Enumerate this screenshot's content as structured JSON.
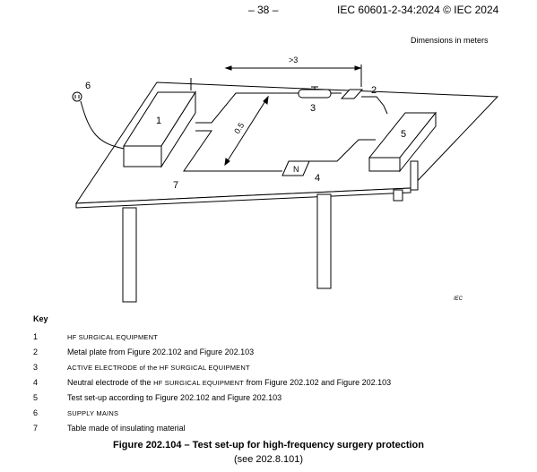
{
  "header": {
    "page_number": "– 38 –",
    "standard": "IEC 60601-2-34:2024 © IEC 2024"
  },
  "figure": {
    "units_note": "Dimensions in meters",
    "dim_length": ">3",
    "dim_width": "0.5",
    "neutral_label": "N",
    "iec_mark": "IEC",
    "callouts": [
      "1",
      "2",
      "3",
      "4",
      "5",
      "6",
      "7"
    ]
  },
  "key": {
    "title": "Key",
    "items": [
      {
        "num": "1",
        "pre": "",
        "sc": "HF SURGICAL EQUIPMENT",
        "post": ""
      },
      {
        "num": "2",
        "pre": "Metal plate from Figure 202.102 and Figure 202.103",
        "sc": "",
        "post": ""
      },
      {
        "num": "3",
        "pre": "",
        "sc": "ACTIVE ELECTRODE of the HF SURGICAL EQUIPMENT",
        "post": ""
      },
      {
        "num": "4",
        "pre": "Neutral electrode of the ",
        "sc": "HF SURGICAL EQUIPMENT",
        "post": " from Figure 202.102 and Figure 202.103"
      },
      {
        "num": "5",
        "pre": "Test set-up according to Figure 202.102 and Figure 202.103",
        "sc": "",
        "post": ""
      },
      {
        "num": "6",
        "pre": "",
        "sc": "SUPPLY MAINS",
        "post": ""
      },
      {
        "num": "7",
        "pre": "Table made of insulating material",
        "sc": "",
        "post": ""
      }
    ]
  },
  "caption": {
    "title": "Figure 202.104 – Test set-up for high-frequency surgery protection",
    "subtitle": "(see 202.8.101)"
  }
}
